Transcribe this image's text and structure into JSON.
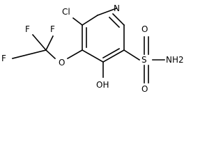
{
  "molecule": {
    "atom_labels": {
      "chlorine": "Cl",
      "ring_nitrogen": "N",
      "ether_oxygen": "O",
      "fluorine_top_left": "F",
      "fluorine_top_right": "F",
      "fluorine_bottom": "F",
      "hydroxyl": "OH",
      "sulfur": "S",
      "sulfonyl_oxygen_top": "O",
      "sulfonyl_oxygen_bottom": "O",
      "amine": "NH2"
    }
  }
}
